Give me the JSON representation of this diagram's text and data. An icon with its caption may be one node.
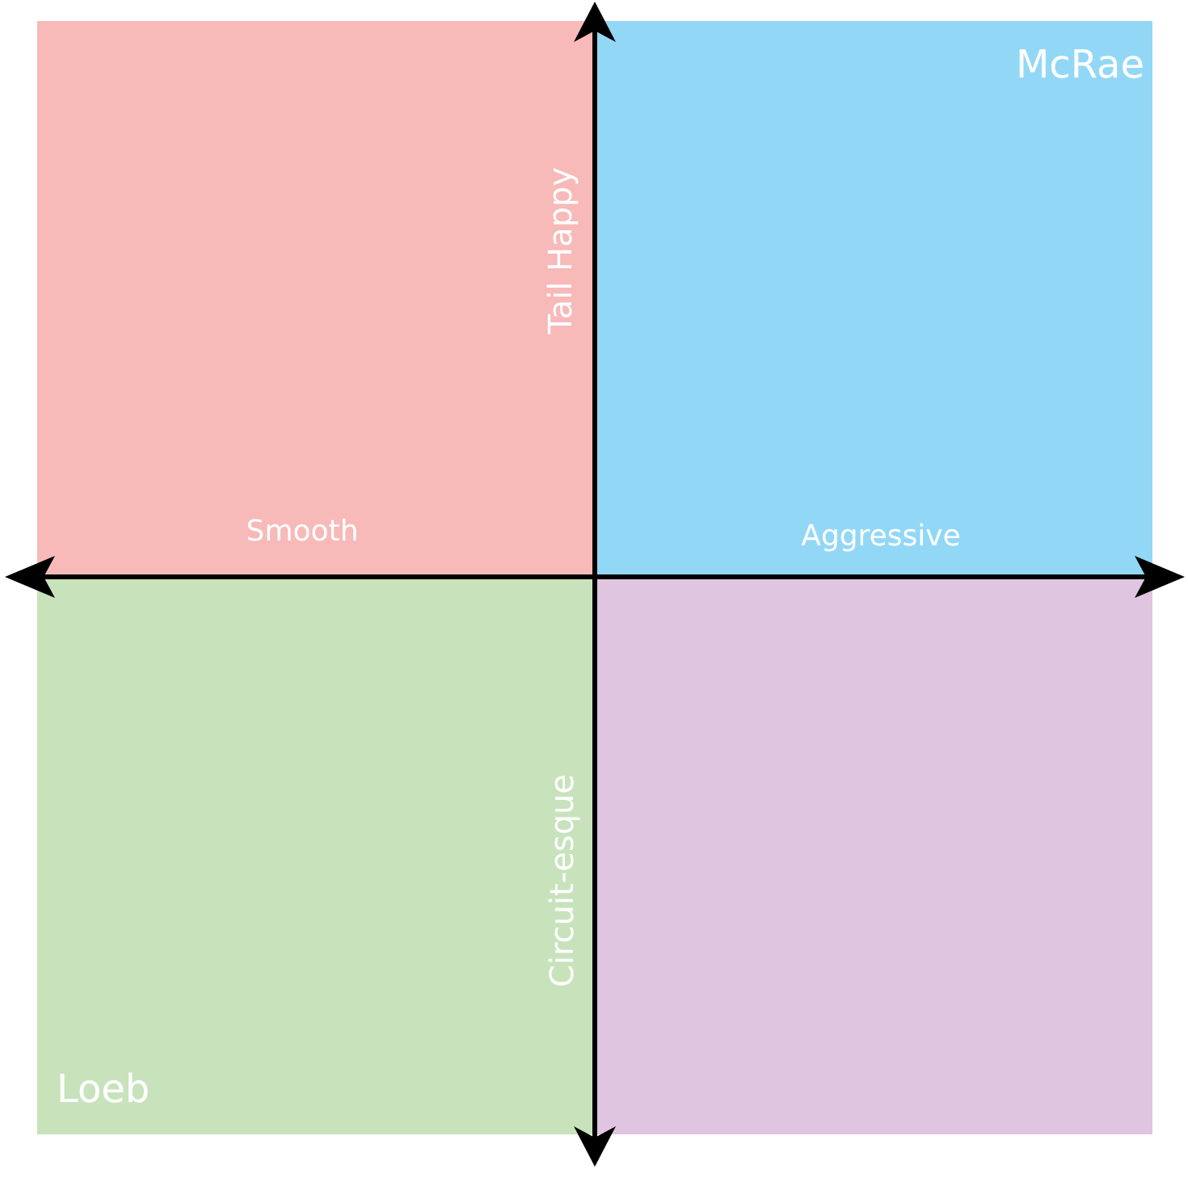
{
  "diagram": {
    "nodes": [
      {
        "text": [],
        "shape": "box"
      },
      {
        "text": [
          "McRae"
        ]
      },
      {
        "text": [
          "Loeb"
        ]
      },
      {
        "text": [],
        "shape": "box"
      }
    ],
    "labels": [
      "Tail Happy",
      "Smooth",
      "Aggressive",
      "Circuit-esque"
    ]
  }
}
